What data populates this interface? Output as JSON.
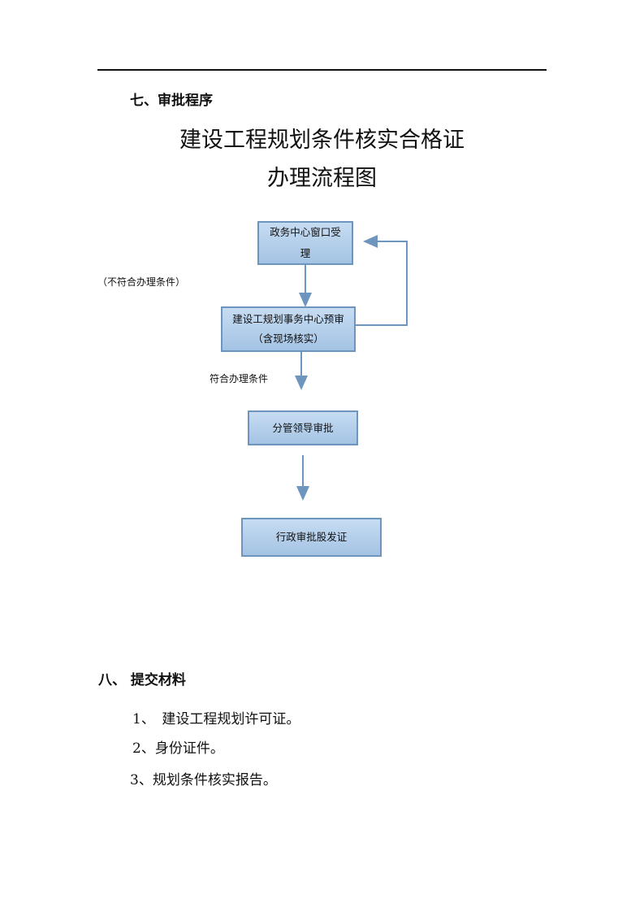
{
  "section7": {
    "heading": "七、审批程序",
    "title_line1": "建设工程规划条件核实合格证",
    "title_line2": "办理流程图"
  },
  "flow": {
    "box1": "政务中心窗口受理",
    "box2_line1": "建设工规划事务中心预审",
    "box2_line2": "（含现场核实）",
    "box3": "分管领导审批",
    "box4": "行政审批股发证",
    "label_reject": "（不符合办理条件）",
    "label_accept": "符合办理条件"
  },
  "section8": {
    "heading": "八、 提交材料",
    "items": [
      "1、　建设工程规划许可证。",
      "2、身份证件。",
      "3、规划条件核实报告。"
    ]
  }
}
